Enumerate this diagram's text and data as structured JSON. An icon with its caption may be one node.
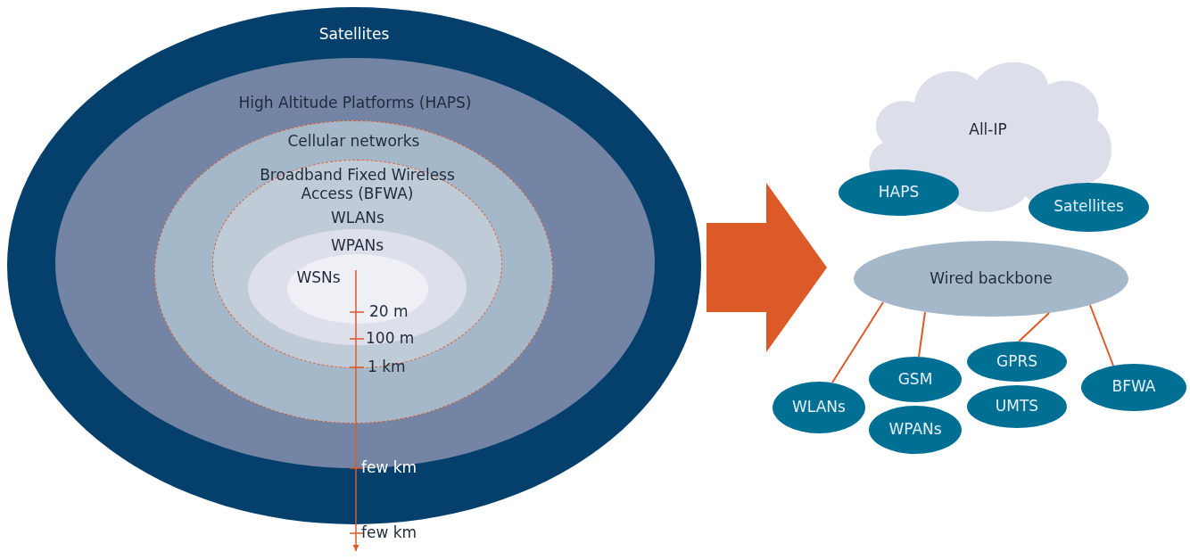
{
  "diagram": {
    "nodes": [
      {
        "text": [
          "Satellites"
        ]
      },
      {
        "text": [
          "High Altitude Platforms (HAPS)"
        ],
        "in": 0
      },
      {
        "text": [
          "Cellular networks"
        ],
        "in": 1
      },
      {
        "text": [
          "Broadband Fixed Wireless Access (BFWA)"
        ],
        "in": 2
      },
      {
        "text": [
          "WLANs"
        ],
        "in": 3
      },
      {
        "text": [
          "WPANs"
        ],
        "in": 4
      },
      {
        "text": [
          "WSNs"
        ],
        "in": 5
      },
      {
        "text": [
          "All-IP"
        ]
      },
      {
        "text": [
          "HAPS"
        ]
      },
      {
        "text": [
          "Satellites"
        ]
      },
      {
        "text": [
          "Wired backbone"
        ]
      },
      {
        "text": [
          "WLANs"
        ]
      },
      {
        "text": [
          "GSM"
        ]
      },
      {
        "text": [
          "WPANs"
        ]
      },
      {
        "text": [
          "GPRS"
        ]
      },
      {
        "text": [
          "UMTS"
        ]
      },
      {
        "text": [
          "BFWA"
        ]
      }
    ],
    "edges": [
      {
        "from": 0,
        "to": 10,
        "arrow": "to",
        "style": "thick"
      },
      {
        "from": 10,
        "to": 11,
        "arrow": "none"
      },
      {
        "from": 10,
        "to": 12,
        "arrow": "none"
      },
      {
        "from": 10,
        "to": 14,
        "arrow": "none"
      },
      {
        "from": 10,
        "to": 16,
        "arrow": "none"
      },
      {
        "from": 16,
        "to": 15,
        "arrow": "to",
        "color": "#ffffff"
      }
    ],
    "labels": [
      "20 m",
      "100 m",
      "1 km",
      "few km",
      "few km"
    ]
  }
}
